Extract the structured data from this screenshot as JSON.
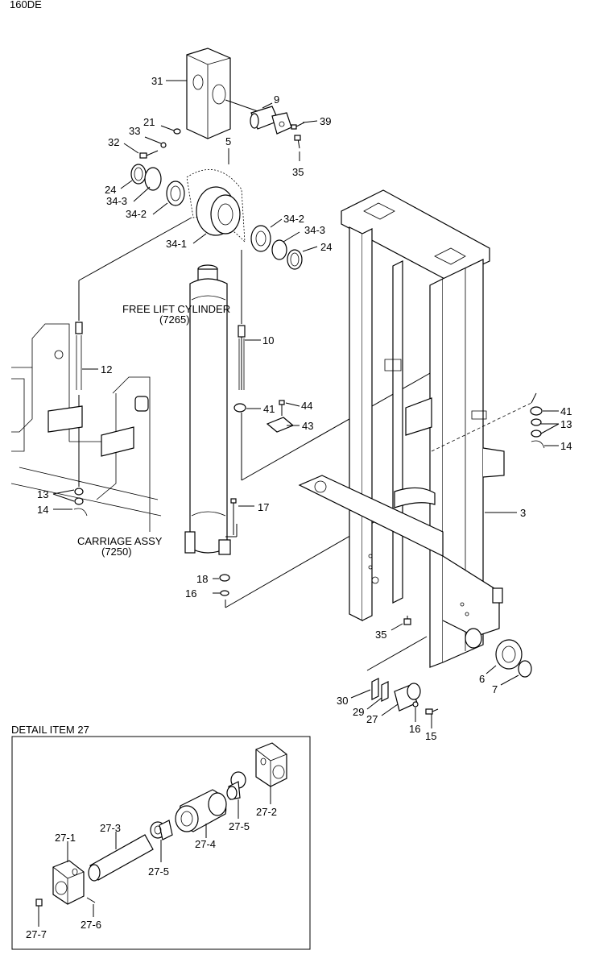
{
  "header": {
    "title": "160DE"
  },
  "assemblies": {
    "free_lift_cylinder": {
      "name": "FREE LIFT CYLINDER",
      "code": "(7265)"
    },
    "carriage_assy": {
      "name": "CARRIAGE ASSY",
      "code": "(7250)"
    }
  },
  "detail": {
    "title": "DETAIL ITEM 27"
  },
  "callouts": {
    "c31": "31",
    "c9": "9",
    "c39": "39",
    "c21": "21",
    "c33": "33",
    "c32": "32",
    "c35a": "35",
    "c5": "5",
    "c24a": "24",
    "c34_3a": "34-3",
    "c34_2a": "34-2",
    "c34_2b": "34-2",
    "c34_3b": "34-3",
    "c24b": "24",
    "c34_1": "34-1",
    "c10": "10",
    "c12": "12",
    "c41a": "41",
    "c44": "44",
    "c43": "43",
    "c41b": "41",
    "c13a": "13",
    "c14a": "14",
    "c13b": "13",
    "c14b": "14",
    "c17": "17",
    "c3": "3",
    "c18": "18",
    "c16a": "16",
    "c35b": "35",
    "c6": "6",
    "c7": "7",
    "c30": "30",
    "c29": "29",
    "c27": "27",
    "c16b": "16",
    "c15": "15",
    "d27_2": "27-2",
    "d27_3": "27-3",
    "d27_1": "27-1",
    "d27_5a": "27-5",
    "d27_4": "27-4",
    "d27_5b": "27-5",
    "d27_7": "27-7",
    "d27_6": "27-6"
  },
  "icons": [
    "chain-sheave-icon",
    "mast-icon",
    "cylinder-icon",
    "carriage-icon",
    "bolt-icon",
    "nut-icon"
  ]
}
